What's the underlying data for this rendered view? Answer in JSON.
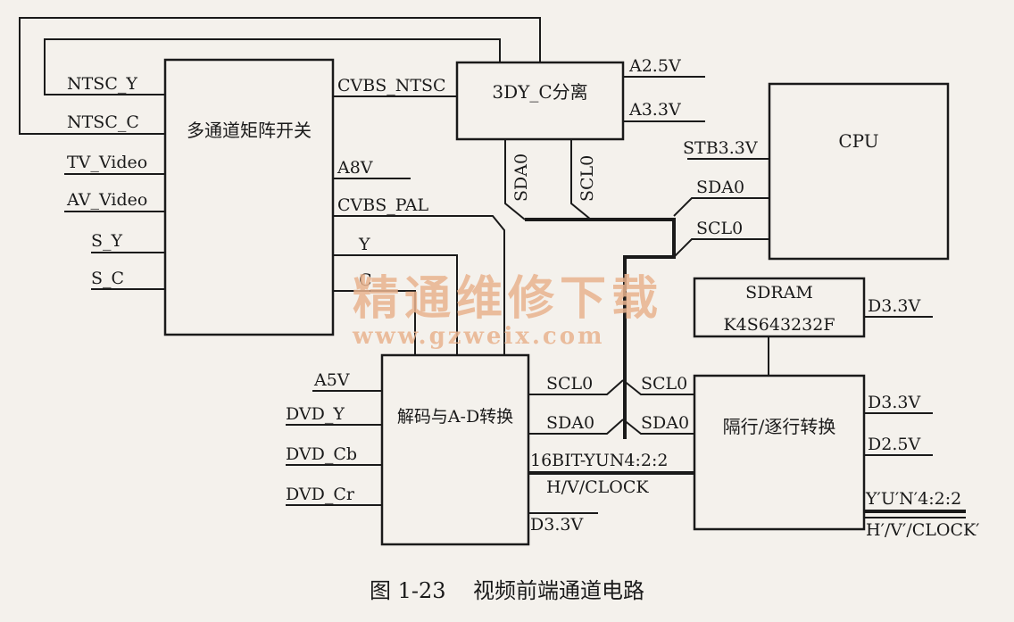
{
  "blocks": {
    "matrix": "多通道矩阵开关",
    "yc_sep": "3DY_C分离",
    "cpu": "CPU",
    "sdram_line1": "SDRAM",
    "sdram_line2": "K4S643232F",
    "decoder": "解码与A-D转换",
    "deint": "隔行/逐行转换"
  },
  "signals": {
    "ntsc_y": "NTSC_Y",
    "ntsc_c": "NTSC_C",
    "tv_video": "TV_Video",
    "av_video": "AV_Video",
    "s_y": "S_Y",
    "s_c": "S_C",
    "cvbs_ntsc": "CVBS_NTSC",
    "a8v": "A8V",
    "cvbs_pal": "CVBS_PAL",
    "y": "Y",
    "c": "C",
    "a25v": "A2.5V",
    "a33v": "A3.3V",
    "sda0": "SDA0",
    "scl0": "SCL0",
    "stb33v": "STB3.3V",
    "d33v": "D3.3V",
    "d25v": "D2.5V",
    "a5v": "A5V",
    "dvd_y": "DVD_Y",
    "dvd_cb": "DVD_Cb",
    "dvd_cr": "DVD_Cr",
    "bus16": "16BIT-YUN4:2:2",
    "hvclock": "H/V/CLOCK",
    "yuv_out": "Y′U′N′4:2:2",
    "hvclock_out": "H′/V′/CLOCK′"
  },
  "watermark": {
    "text": "精通维修下载",
    "url": "www.gzweix.com"
  },
  "caption": "图 1-23    视频前端通道电路"
}
